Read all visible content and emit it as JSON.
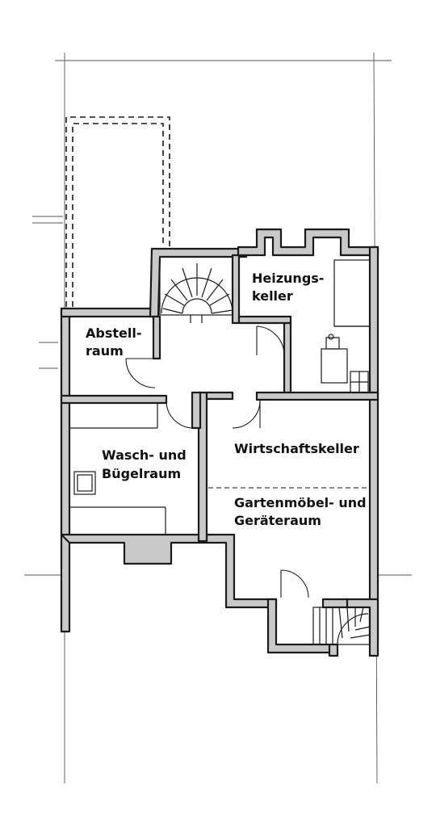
{
  "rooms": {
    "abstellraum": [
      "Abstell-",
      "raum"
    ],
    "heizungskeller": [
      "Heizungs-",
      "keller"
    ],
    "waschraum": [
      "Wasch- und",
      "Bügelraum"
    ],
    "wirtschaftskeller": [
      "Wirtschaftskeller"
    ],
    "gartenmoebel": [
      "Gartenmöbel- und",
      "Geräteraum"
    ]
  },
  "colors": {
    "wall_fill": "#c9c9c9",
    "line": "#1a1a1a"
  }
}
